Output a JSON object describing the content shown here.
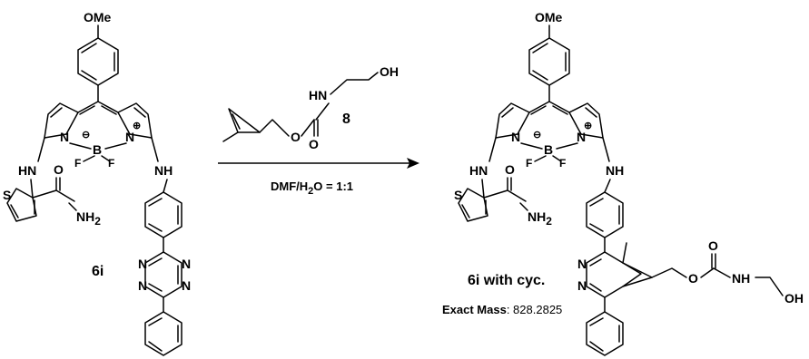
{
  "reactant": {
    "label": "6i",
    "atoms": {
      "ome": "OMe",
      "n1": "N",
      "n2": "N",
      "b": "B",
      "f1": "F",
      "f2": "F",
      "minus": "⊖",
      "plus": "⊕",
      "hn": "HN",
      "nh": "NH",
      "s": "S",
      "o": "O",
      "nh2": "NH",
      "nh2_sub": "2",
      "tz_n1": "N",
      "tz_n2": "N",
      "tz_n3": "N",
      "tz_n4": "N"
    }
  },
  "reagent": {
    "label": "8",
    "atoms": {
      "o1": "O",
      "o2": "O",
      "hn": "HN",
      "oh": "OH"
    }
  },
  "conditions": {
    "solvent_a": "DMF/H",
    "solvent_sub": "2",
    "solvent_b": "O = 1:1"
  },
  "product": {
    "label": "6i with cyc.",
    "atoms": {
      "ome": "OMe",
      "n1": "N",
      "n2": "N",
      "b": "B",
      "f1": "F",
      "f2": "F",
      "minus": "⊖",
      "plus": "⊕",
      "hn": "HN",
      "nh": "NH",
      "s": "S",
      "o": "O",
      "nh2": "NH",
      "nh2_sub": "2",
      "pz_n1": "N",
      "pz_n2": "N",
      "o_carb": "O",
      "o_ester": "O",
      "nh_carb": "NH",
      "oh": "OH"
    },
    "mass_label": "Exact Mass",
    "mass_value": ": 828.2825"
  }
}
